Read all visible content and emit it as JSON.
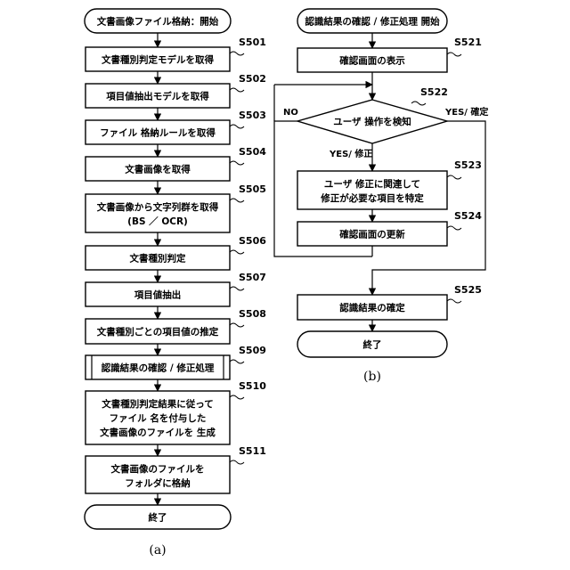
{
  "flow_a": {
    "start": "文書画像ファイル格納：開始",
    "s501": {
      "id": "S501",
      "text": "文書種別判定モデルを取得"
    },
    "s502": {
      "id": "S502",
      "text": "項目値抽出モデルを取得"
    },
    "s503": {
      "id": "S503",
      "text": "ファイル 格納ルールを取得"
    },
    "s504": {
      "id": "S504",
      "text": "文書画像を取得"
    },
    "s505": {
      "id": "S505",
      "lines": [
        "文書画像から文字列群を取得",
        "(BS ／ OCR)"
      ]
    },
    "s506": {
      "id": "S506",
      "text": "文書種別判定"
    },
    "s507": {
      "id": "S507",
      "text": "項目値抽出"
    },
    "s508": {
      "id": "S508",
      "text": "文書種別ごとの項目値の推定"
    },
    "s509": {
      "id": "S509",
      "text": "認識結果の確認 / 修正処理"
    },
    "s510": {
      "id": "S510",
      "lines": [
        "文書種別判定結果に従って",
        "ファイル 名を付与した",
        "文書画像のファイルを 生成"
      ]
    },
    "s511": {
      "id": "S511",
      "lines": [
        "文書画像のファイルを",
        "フォルダに格納"
      ]
    },
    "end": "終了",
    "caption": "(a)"
  },
  "flow_b": {
    "start": "認識結果の確認 / 修正処理 開始",
    "s521": {
      "id": "S521",
      "text": "確認画面の表示"
    },
    "s522": {
      "id": "S522",
      "text": "ユーザ 操作を検知"
    },
    "no_label": "NO",
    "yes_confirm_label": "YES/ 確定",
    "yes_fix_label": "YES/ 修正",
    "s523": {
      "id": "S523",
      "lines": [
        "ユーザ 修正に関連して",
        "修正が必要な項目を特定"
      ]
    },
    "s524": {
      "id": "S524",
      "text": "確認画面の更新"
    },
    "s525": {
      "id": "S525",
      "text": "認識結果の確定"
    },
    "end": "終了",
    "caption": "(b)"
  }
}
